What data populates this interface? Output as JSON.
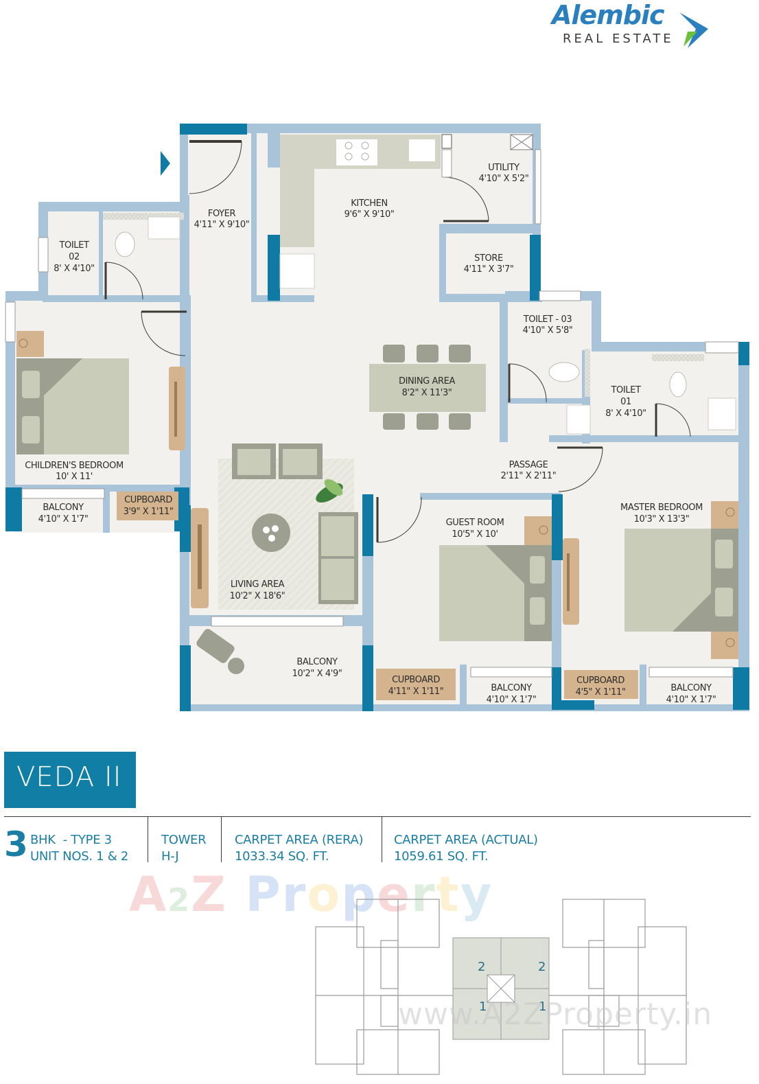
{
  "brand": {
    "name": "Alembic",
    "tagline": "REAL ESTATE",
    "colors": {
      "primary_blue": "#2a7fbf",
      "chevron_green": "#6cbf3a"
    }
  },
  "project": {
    "name": "VEDA II",
    "bhk_number": "3",
    "type_line": "BHK  - TYPE 3",
    "units_line": "UNIT NOS. 1 & 2",
    "tower_label": "TOWER",
    "tower_value": "H-J",
    "carpet_rera_label": "CARPET AREA (RERA)",
    "carpet_rera_value": "1033.34 SQ. FT.",
    "carpet_actual_label": "CARPET AREA (ACTUAL)",
    "carpet_actual_value": "1059.61 SQ. FT."
  },
  "colors": {
    "wall_light": "#a9c3d8",
    "wall_dark": "#0f7aa3",
    "floor": "#f2f1ed",
    "furniture_green": "#c9ccb8",
    "furniture_dark": "#9d9f91",
    "wood": "#d4b48e",
    "title_bg": "#117ea6",
    "text_blue": "#1a7ea5"
  },
  "rooms": {
    "foyer": {
      "name": "FOYER",
      "size": "4'11\" X 9'10\""
    },
    "kitchen": {
      "name": "KITCHEN",
      "size": "9'6\" X 9'10\""
    },
    "utility": {
      "name": "UTILITY",
      "size": "4'10\" X 5'2\""
    },
    "store": {
      "name": "STORE",
      "size": "4'11\" X 3'7\""
    },
    "toilet02": {
      "name": "TOILET",
      "sub": "02",
      "size": "8' X 4'10\""
    },
    "toilet03": {
      "name": "TOILET - 03",
      "size": "4'10\" X 5'8\""
    },
    "toilet01": {
      "name": "TOILET",
      "sub": "01",
      "size": "8' X 4'10\""
    },
    "dining": {
      "name": "DINING AREA",
      "size": "8'2\" X 11'3\""
    },
    "childrens_bedroom": {
      "name": "CHILDREN'S BEDROOM",
      "size": "10' X 11'"
    },
    "balcony_children": {
      "name": "BALCONY",
      "size": "4'10\" X 1'7\""
    },
    "cupboard_children": {
      "name": "CUPBOARD",
      "size": "3'9\" X 1'11\""
    },
    "passage": {
      "name": "PASSAGE",
      "size": "2'11\" X 2'11\""
    },
    "living": {
      "name": "LIVING AREA",
      "size": "10'2\" X 18'6\""
    },
    "guest_room": {
      "name": "GUEST ROOM",
      "size": "10'5\" X 10'"
    },
    "master_bedroom": {
      "name": "MASTER BEDROOM",
      "size": "10'3\" X 13'3\""
    },
    "balcony_living": {
      "name": "BALCONY",
      "size": "10'2\" X 4'9\""
    },
    "cupboard_guest": {
      "name": "CUPBOARD",
      "size": "4'11\" X 1'11\""
    },
    "balcony_guest": {
      "name": "BALCONY",
      "size": "4'10\" X 1'7\""
    },
    "cupboard_master": {
      "name": "CUPBOARD",
      "size": "4'5\" X 1'11\""
    },
    "balcony_master": {
      "name": "BALCONY",
      "size": "4'10\" X 1'7\""
    }
  },
  "key_plan": {
    "unit_labels": [
      "2",
      "2",
      "1",
      "1"
    ],
    "highlight_color": "#dcdfd6"
  },
  "watermark": {
    "brand": "A2Z Property",
    "url": "www.A2ZProperty.in"
  }
}
